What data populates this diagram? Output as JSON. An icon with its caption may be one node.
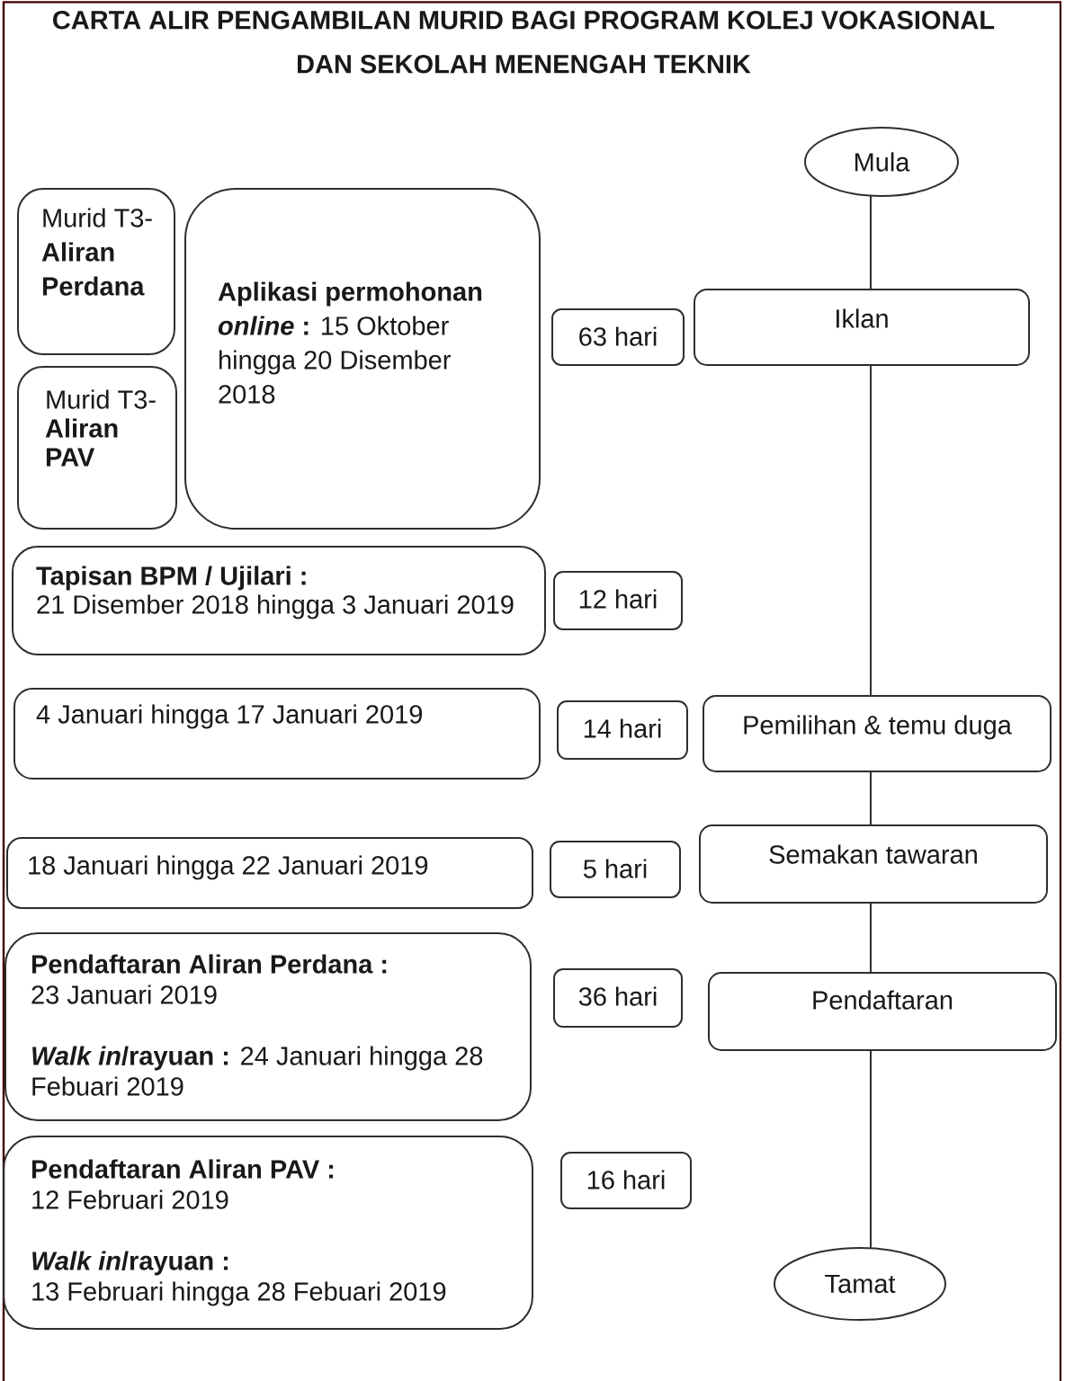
{
  "diagram": {
    "title": "CARTA ALIR PENGAMBILAN MURID BAGI PROGRAM KOLEJ VOKASIONAL DAN SEKOLAH MENENGAH TEKNIK",
    "nodes": [
      {
        "text": [
          "Mula"
        ]
      },
      {
        "text": [
          "Murid T3- **Aliran Perdana**"
        ]
      },
      {
        "text": [
          "Murid T3- **Aliran PAV**"
        ]
      },
      {
        "text": [
          "Aplikasi permohonan *online* :",
          "15 Oktober hingga 20 Disember 2018"
        ]
      },
      {
        "text": [
          "63 hari"
        ]
      },
      {
        "text": [
          "Iklan"
        ]
      },
      {
        "text": [
          "Tapisan BPM / Ujilari :",
          "21 Disember 2018 hingga 3 Januari 2019"
        ]
      },
      {
        "text": [
          "12 hari"
        ]
      },
      {
        "text": [
          "4 Januari hingga 17 Januari 2019"
        ]
      },
      {
        "text": [
          "14 hari"
        ]
      },
      {
        "text": [
          "Pemilihan & temu duga"
        ]
      },
      {
        "text": [
          "18 Januari hingga 22 Januari 2019"
        ]
      },
      {
        "text": [
          "5 hari"
        ]
      },
      {
        "text": [
          "Semakan tawaran"
        ]
      },
      {
        "text": [
          "Pendaftaran Aliran Perdana :",
          "23 Januari 2019",
          "*Walk in*/rayuan :",
          "24 Januari hingga 28 Febuari 2019"
        ]
      },
      {
        "text": [
          "36 hari"
        ]
      },
      {
        "text": [
          "Pendaftaran"
        ]
      },
      {
        "text": [
          "Pendaftaran Aliran PAV :",
          "12 Februari 2019",
          "*Walk in*/rayuan :",
          "13 Februari hingga 28 Febuari 2019"
        ]
      },
      {
        "text": [
          "16 hari"
        ]
      },
      {
        "text": [
          "Tamat"
        ]
      }
    ],
    "edges": [
      {
        "from": 0,
        "to": 5,
        "arrow": "none"
      },
      {
        "from": 5,
        "to": 10,
        "arrow": "none"
      },
      {
        "from": 10,
        "to": 13,
        "arrow": "none"
      },
      {
        "from": 13,
        "to": 16,
        "arrow": "none"
      },
      {
        "from": 16,
        "to": 19,
        "arrow": "none"
      }
    ]
  }
}
